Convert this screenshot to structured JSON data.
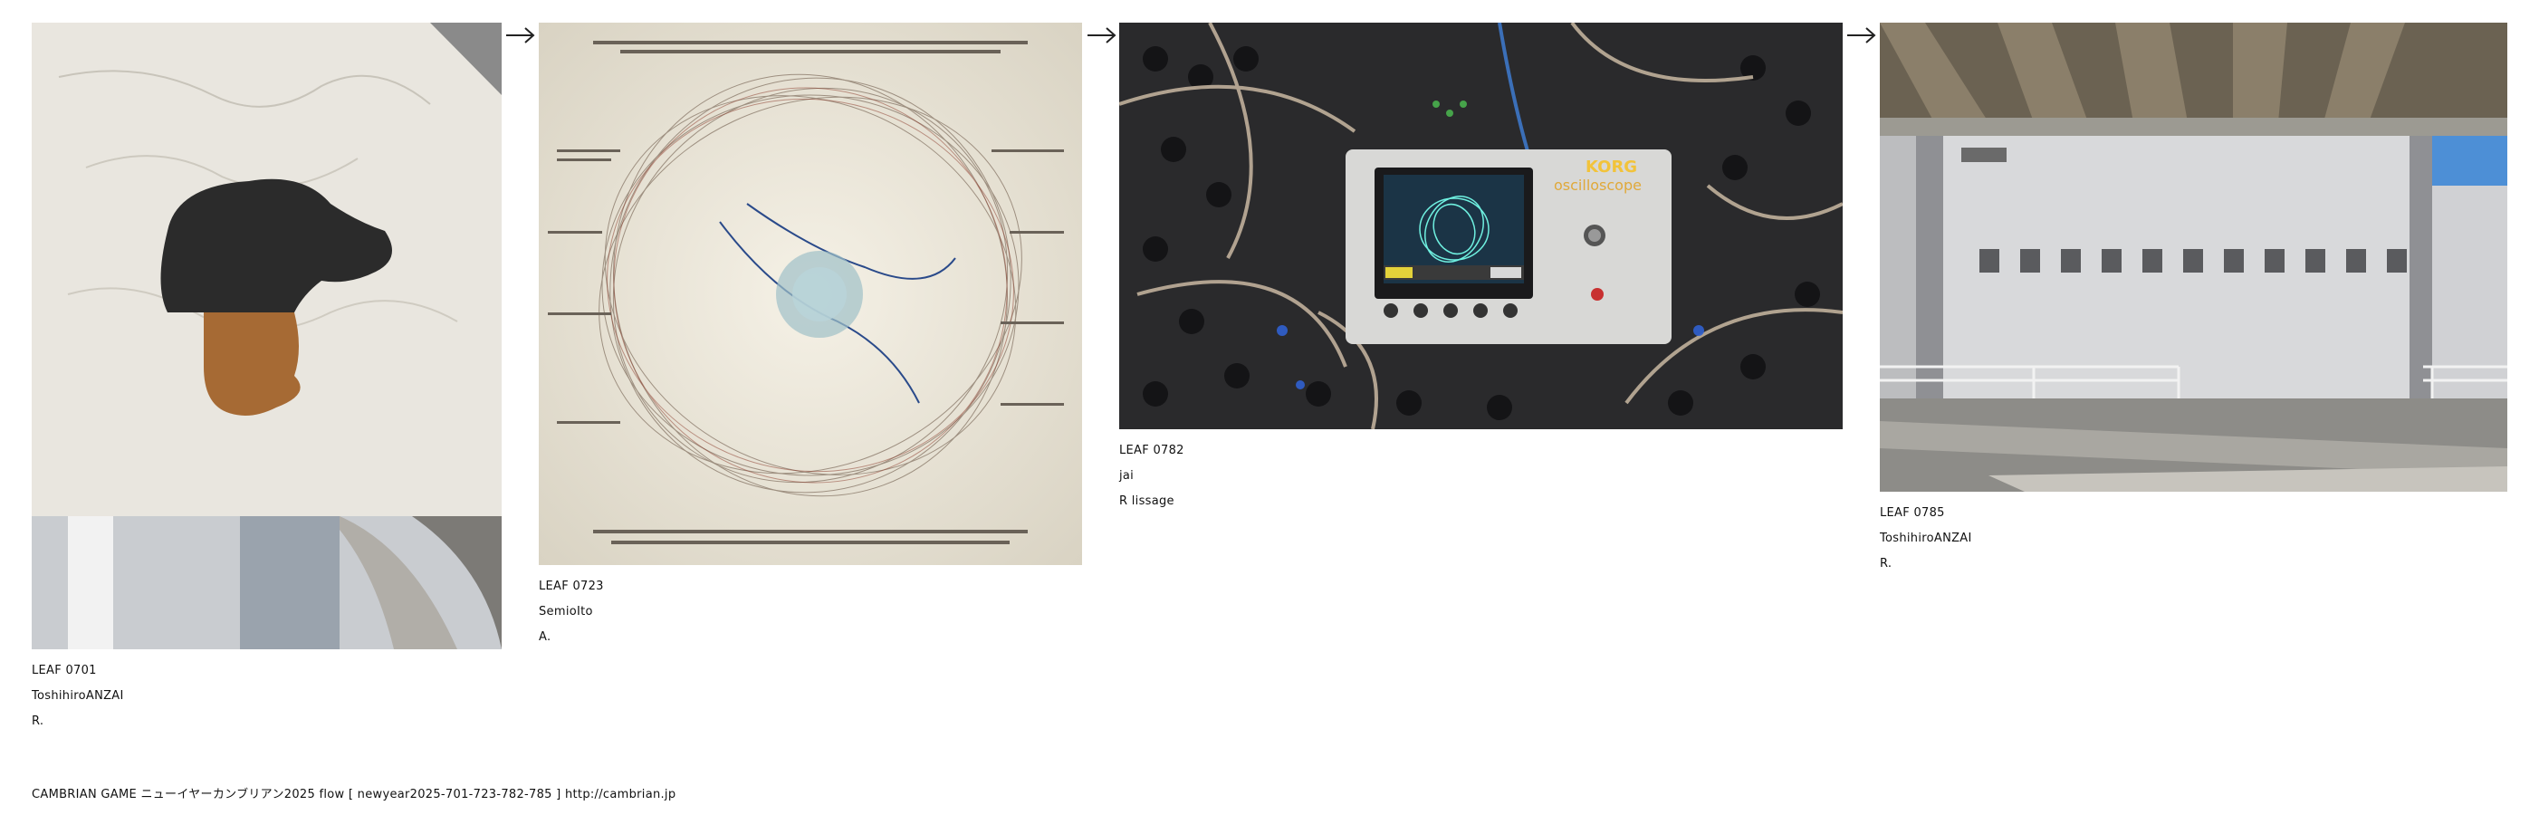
{
  "leaves": [
    {
      "id": "LEAF 0701",
      "author": "ToshihiroANZAI",
      "note": "R."
    },
    {
      "id": "LEAF 0723",
      "author": "SemioIto",
      "note": "A."
    },
    {
      "id": "LEAF 0782",
      "author": "jai",
      "note": "R  lissage"
    },
    {
      "id": "LEAF 0785",
      "author": "ToshihiroANZAI",
      "note": "R."
    }
  ],
  "oscilloscope": {
    "brand": "KORG",
    "name": "oscilloscope"
  },
  "footer": {
    "text": "CAMBRIAN GAME  ニューイヤーカンブリアン2025  flow [ newyear2025-701-723-782-785 ]   http://cambrian.jp"
  },
  "colors": {
    "background": "#ffffff",
    "text": "#111111"
  },
  "icons": [
    "right-arrow-icon"
  ]
}
